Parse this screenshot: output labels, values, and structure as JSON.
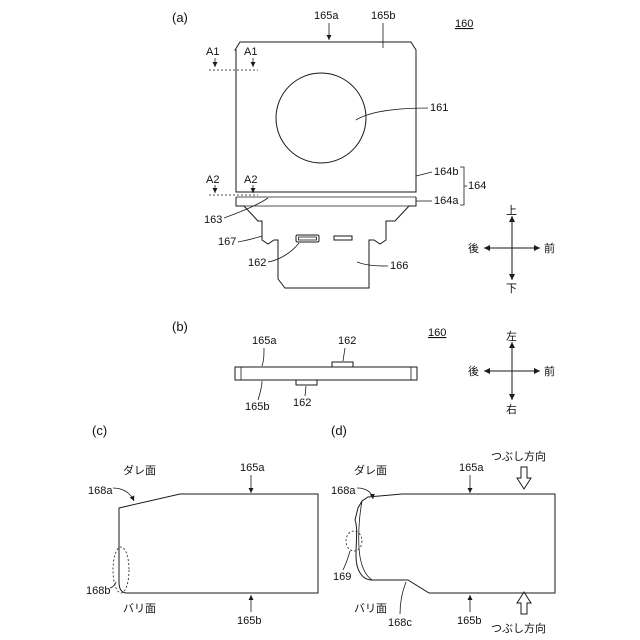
{
  "figure_number": "160",
  "panels": {
    "a": {
      "label": "(a)",
      "fig_label": "160",
      "refs": {
        "r165a": "165a",
        "r165b": "165b",
        "r161": "161",
        "r164b": "164b",
        "r164": "164",
        "r164a": "164a",
        "r163": "163",
        "r167": "167",
        "r162": "162",
        "r166": "166"
      },
      "section_a1": "A1",
      "section_a2": "A2",
      "compass": {
        "up": "上",
        "down": "下",
        "back": "後",
        "front": "前"
      }
    },
    "b": {
      "label": "(b)",
      "fig_label": "160",
      "refs": {
        "r165a": "165a",
        "r162_top": "162",
        "r165b": "165b",
        "r162_bottom": "162"
      },
      "compass": {
        "left": "左",
        "right": "右",
        "back": "後",
        "front": "前"
      }
    },
    "c": {
      "label": "(c)",
      "refs": {
        "dare": "ダレ面",
        "r165a": "165a",
        "r168a": "168a",
        "r168b": "168b",
        "bari": "バリ面",
        "r165b": "165b"
      }
    },
    "d": {
      "label": "(d)",
      "refs": {
        "dare": "ダレ面",
        "r165a": "165a",
        "crush_top": "つぶし方向",
        "r168a": "168a",
        "r169": "169",
        "bari": "バリ面",
        "r168c": "168c",
        "r165b": "165b",
        "crush_bottom": "つぶし方向"
      }
    }
  }
}
